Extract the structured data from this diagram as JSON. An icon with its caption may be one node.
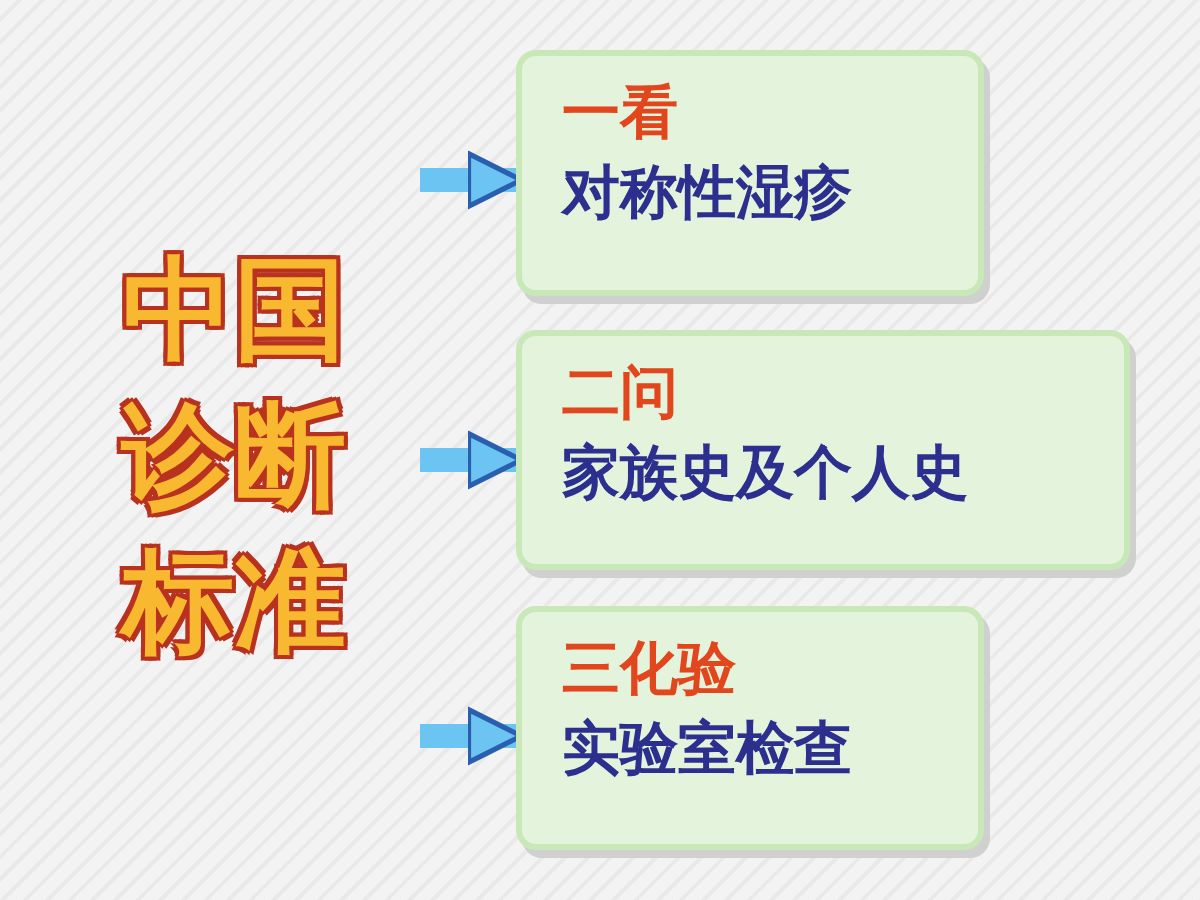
{
  "diagram": {
    "title": "中国诊断标准",
    "nodes": [
      {
        "text": [
          "一看",
          "对称性湿疹"
        ]
      },
      {
        "text": [
          "二问",
          "家族史及个人史"
        ]
      },
      {
        "text": [
          "三化验",
          "实验室检查"
        ]
      }
    ],
    "edges": [
      {
        "from": null,
        "to": 0,
        "arrow": "to"
      },
      {
        "from": null,
        "to": 1,
        "arrow": "to"
      },
      {
        "from": null,
        "to": 2,
        "arrow": "to"
      }
    ]
  }
}
